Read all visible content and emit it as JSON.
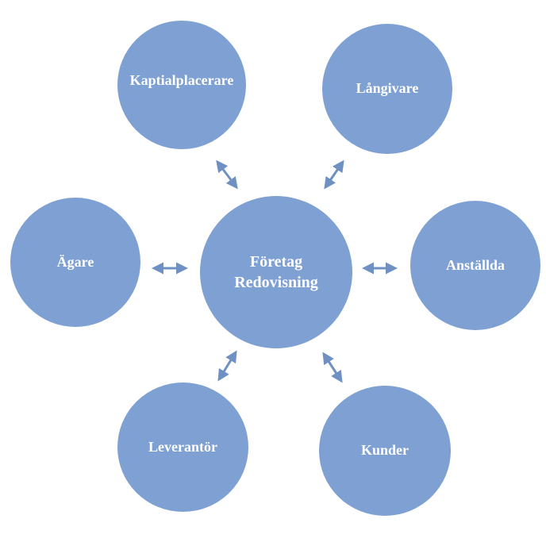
{
  "colors": {
    "node_fill": "#7EA0D2",
    "arrow": "#6E90C2",
    "text": "#FFFFFF"
  },
  "center": {
    "line1": "Företag",
    "line2": "Redovisning"
  },
  "stakeholders": {
    "kaptialplacerare": "Kaptialplacerare",
    "langivare": "Långivare",
    "agare": "Ägare",
    "anstallda": "Anställda",
    "leverantor": "Leverantör",
    "kunder": "Kunder"
  },
  "connections": [
    {
      "from": "center",
      "to": "kaptialplacerare",
      "direction": "bidirectional"
    },
    {
      "from": "center",
      "to": "langivare",
      "direction": "bidirectional"
    },
    {
      "from": "center",
      "to": "agare",
      "direction": "bidirectional"
    },
    {
      "from": "center",
      "to": "anstallda",
      "direction": "bidirectional"
    },
    {
      "from": "center",
      "to": "leverantor",
      "direction": "bidirectional"
    },
    {
      "from": "center",
      "to": "kunder",
      "direction": "bidirectional"
    }
  ]
}
